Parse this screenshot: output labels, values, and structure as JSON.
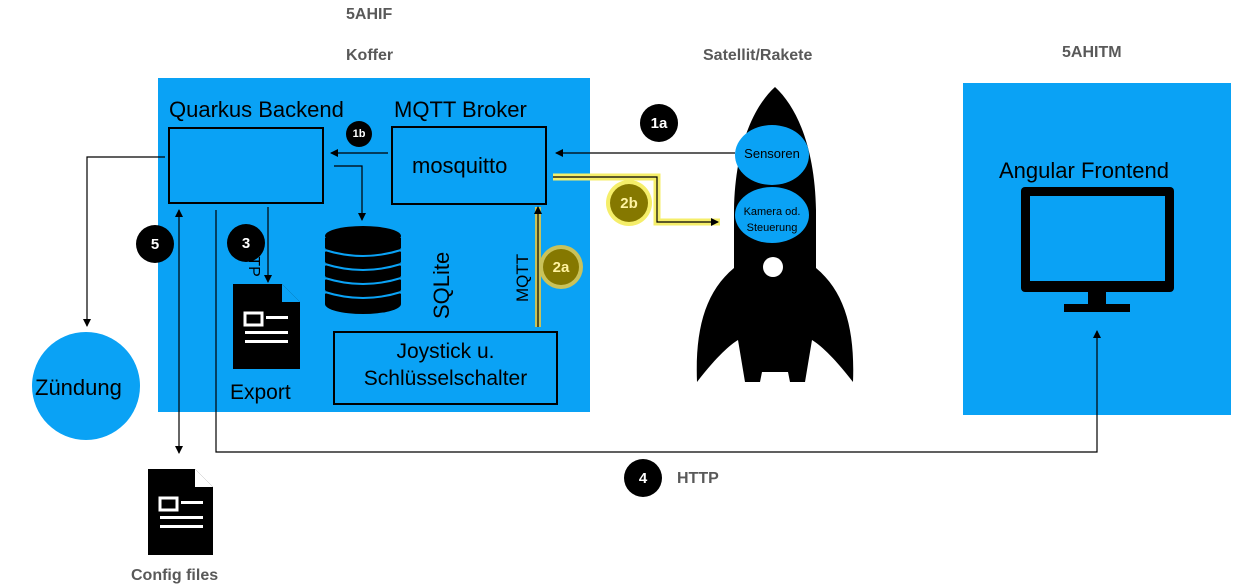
{
  "headers": {
    "class_left": "5AHIF",
    "case": "Koffer",
    "rocket": "Satellit/Rakete",
    "class_right": "5AHITM"
  },
  "backend": {
    "title": "Quarkus Backend"
  },
  "broker": {
    "title": "MQTT Broker",
    "name": "mosquitto"
  },
  "database": {
    "label": "SQLite"
  },
  "export": {
    "label": "Export"
  },
  "joystick": {
    "line1": "Joystick u.",
    "line2": "Schlüsselschalter"
  },
  "ignition": {
    "label": "Zündung"
  },
  "config": {
    "label": "Config files"
  },
  "rocket": {
    "sensors": "Sensoren",
    "camera_line1": "Kamera od.",
    "camera_line2": "Steuerung"
  },
  "frontend": {
    "title": "Angular Frontend"
  },
  "protocols": {
    "http_vertical": "HTTP",
    "mqtt_vertical": "MQTT",
    "http_bottom": "HTTP"
  },
  "steps": {
    "s1a": "1a",
    "s1b": "1b",
    "s2a": "2a",
    "s2b": "2b",
    "s3": "3",
    "s4": "4",
    "s5": "5"
  },
  "colors": {
    "panel": "#0aa2f5",
    "highlight": "#f5ee6a",
    "badge_olive": "#857800"
  }
}
